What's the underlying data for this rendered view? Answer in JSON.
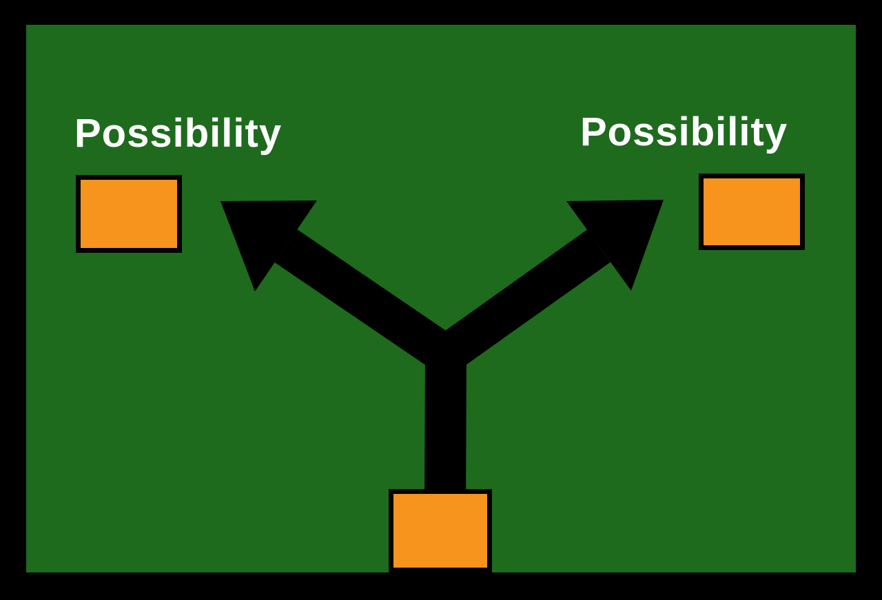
{
  "diagram": {
    "title": "decision-possibilities",
    "labels": {
      "left": "Possibility",
      "right": "Possibility"
    },
    "colors": {
      "background": "#1E6B1E",
      "frame": "#000000",
      "box_fill": "#F7941D",
      "box_border": "#000000",
      "arrow": "#000000",
      "label_text": "#FFFFFF"
    },
    "nodes": [
      {
        "id": "origin",
        "type": "box",
        "position": "bottom-center",
        "label": ""
      },
      {
        "id": "option-left",
        "type": "box",
        "position": "top-left",
        "label": "Possibility"
      },
      {
        "id": "option-right",
        "type": "box",
        "position": "top-right",
        "label": "Possibility"
      }
    ],
    "edges": [
      {
        "from": "origin",
        "to": "option-left",
        "style": "thick-black-arrow"
      },
      {
        "from": "origin",
        "to": "option-right",
        "style": "thick-black-arrow"
      }
    ]
  }
}
